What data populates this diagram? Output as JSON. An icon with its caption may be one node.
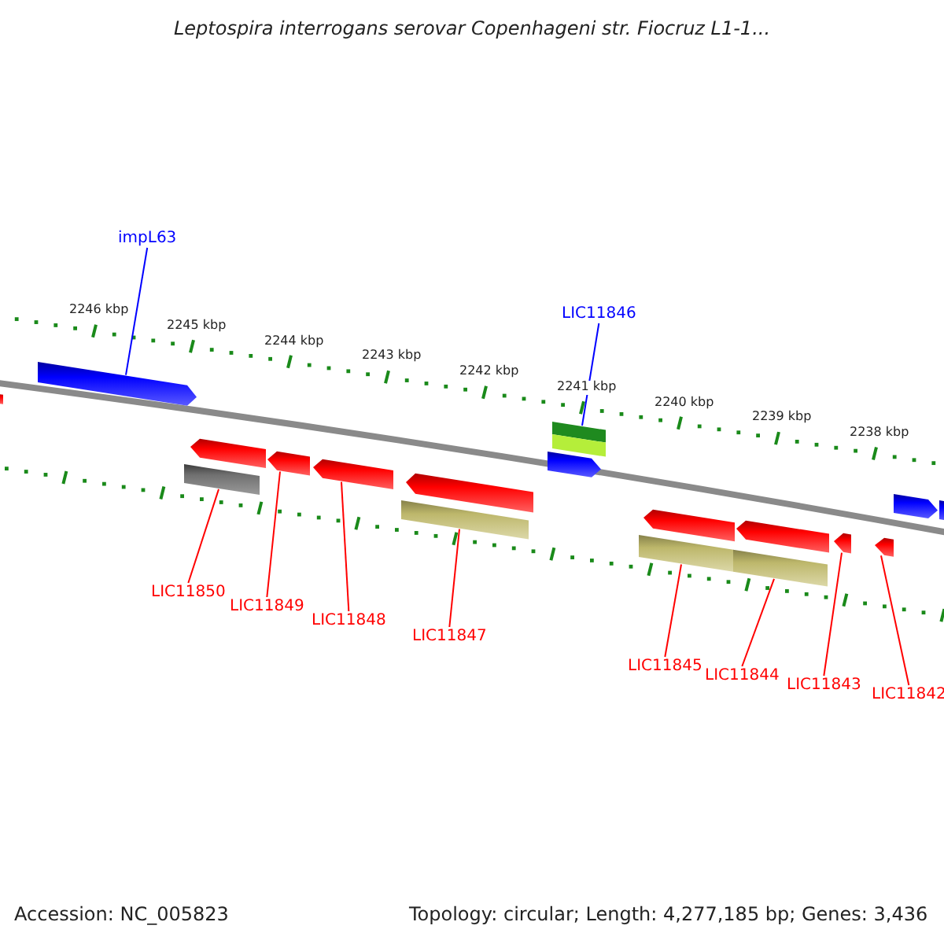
{
  "diagram": {
    "title": "Leptospira interrogans serovar Copenhageni str. Fiocruz L1-1...",
    "nodes": [
      {
        "text": [
          "impL63"
        ]
      },
      {
        "text": [],
        "shape": "arrow"
      },
      {
        "text": [
          "LIC11846"
        ]
      },
      {
        "text": [],
        "shape": "bar"
      },
      {
        "text": [],
        "shape": "bar"
      },
      {
        "text": [],
        "shape": "arrow"
      },
      {
        "text": [],
        "shape": "arrow"
      },
      {
        "text": [],
        "shape": "arrow"
      },
      {
        "text": [],
        "shape": "arrow"
      },
      {
        "text": [],
        "shape": "arrow"
      },
      {
        "text": [],
        "shape": "arrow"
      },
      {
        "text": [],
        "shape": "arrow"
      },
      {
        "text": [
          "LIC11850"
        ]
      },
      {
        "text": [
          "LIC11849"
        ]
      },
      {
        "text": [
          "LIC11848"
        ]
      },
      {
        "text": [
          "LIC11847"
        ]
      },
      {
        "text": [
          "LIC11845"
        ]
      },
      {
        "text": [
          "LIC11844"
        ]
      },
      {
        "text": [
          "LIC11843"
        ]
      },
      {
        "text": [
          "LIC11842"
        ]
      },
      {
        "text": [],
        "shape": "arrow"
      },
      {
        "text": [],
        "shape": "arrow"
      },
      {
        "text": [],
        "shape": "arrow"
      },
      {
        "text": [],
        "shape": "arrow"
      },
      {
        "text": [],
        "shape": "bar"
      },
      {
        "text": [],
        "shape": "bar"
      },
      {
        "text": [],
        "shape": "bar"
      },
      {
        "text": [],
        "shape": "bar"
      }
    ],
    "edges": [
      {
        "from": 0,
        "to": 1,
        "arrow": "none",
        "color": "#0000ff"
      },
      {
        "from": 2,
        "to": 3,
        "arrow": "none",
        "color": "#0000ff"
      },
      {
        "from": 12,
        "to": 4,
        "arrow": "none"
      },
      {
        "from": 13,
        "to": 5,
        "arrow": "none"
      },
      {
        "from": 14,
        "to": 6,
        "arrow": "none"
      },
      {
        "from": 15,
        "to": 24,
        "arrow": "none"
      },
      {
        "from": 16,
        "to": 25,
        "arrow": "none"
      },
      {
        "from": 17,
        "to": 26,
        "arrow": "none"
      },
      {
        "from": 18,
        "to": 10,
        "arrow": "none"
      },
      {
        "from": 19,
        "to": 11,
        "arrow": "none"
      }
    ],
    "labels": [
      "2246 kbp",
      "2245 kbp",
      "2244 kbp",
      "2243 kbp",
      "2242 kbp",
      "2241 kbp",
      "2240 kbp",
      "2239 kbp",
      "2238 kbp",
      "Accession: NC_005823",
      "Topology: circular; Length: 4,277,185 bp; Genes: 3,436"
    ]
  }
}
